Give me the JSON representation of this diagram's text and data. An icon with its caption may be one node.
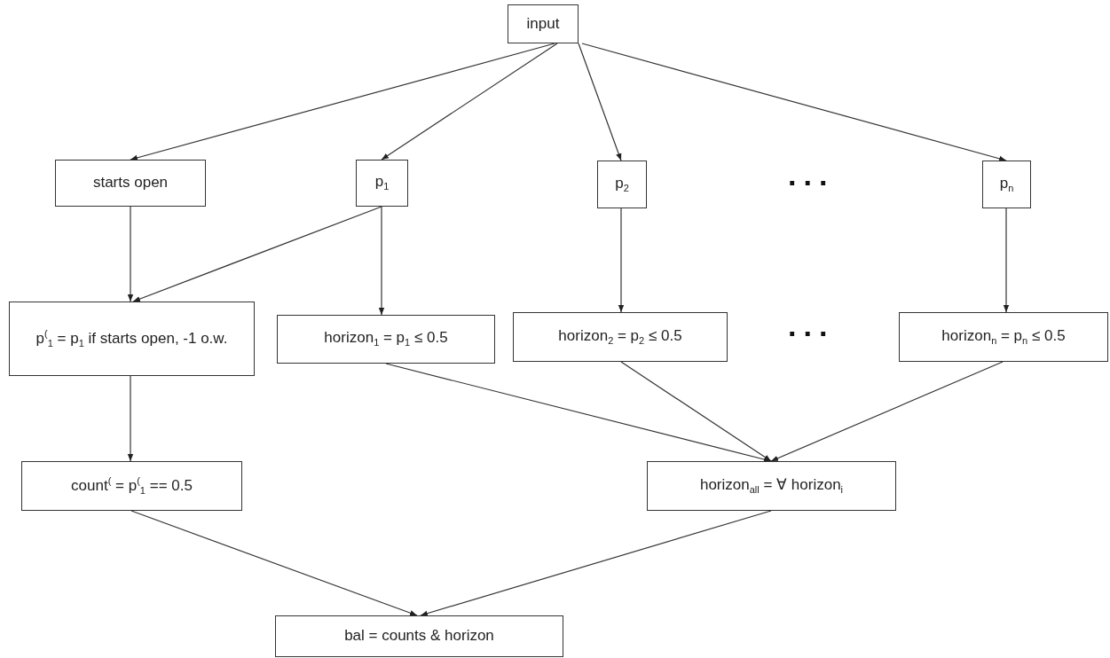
{
  "diagram": {
    "nodes": [
      {
        "text": [
          "input"
        ]
      },
      {
        "text": [
          "starts open"
        ]
      },
      {
        "text": [
          "p$_{1}$"
        ]
      },
      {
        "text": [
          "p$_{2}$"
        ]
      },
      {
        "text": [
          "p$_{n}$"
        ]
      },
      {
        "text": [
          "p$^{(}$$_{1}$ = p$_{1}$ if starts open, -1 o.w."
        ]
      },
      {
        "text": [
          "horizon$_{1}$ = p$_{1}$ ≤ 0.5"
        ]
      },
      {
        "text": [
          "horizon$_{2}$ = p$_{2}$ ≤ 0.5"
        ]
      },
      {
        "text": [
          "horizon$_{n}$ = p$_{n}$ ≤ 0.5"
        ]
      },
      {
        "text": [
          "count$^{(}$ = p$^{(}$$_{1}$ == 0.5"
        ]
      },
      {
        "text": [
          "horizon$_{all}$ = ∀ horizon$_{i}$"
        ]
      },
      {
        "text": [
          "bal = counts & horizon"
        ]
      }
    ],
    "edges": [
      {
        "from": 0,
        "to": 1,
        "arrow": "to"
      },
      {
        "from": 0,
        "to": 2,
        "arrow": "to"
      },
      {
        "from": 0,
        "to": 3,
        "arrow": "to"
      },
      {
        "from": 0,
        "to": 4,
        "arrow": "to"
      },
      {
        "from": 1,
        "to": 5,
        "arrow": "to"
      },
      {
        "from": 2,
        "to": 5,
        "arrow": "to"
      },
      {
        "from": 2,
        "to": 6,
        "arrow": "to"
      },
      {
        "from": 3,
        "to": 7,
        "arrow": "to"
      },
      {
        "from": 4,
        "to": 8,
        "arrow": "to"
      },
      {
        "from": 5,
        "to": 9,
        "arrow": "to"
      },
      {
        "from": 6,
        "to": 10,
        "arrow": "to"
      },
      {
        "from": 7,
        "to": 10,
        "arrow": "to"
      },
      {
        "from": 8,
        "to": 10,
        "arrow": "to"
      },
      {
        "from": 9,
        "to": 11,
        "arrow": "to"
      },
      {
        "from": 10,
        "to": 11,
        "arrow": "to"
      }
    ],
    "labels": [
      "...",
      "..."
    ]
  }
}
